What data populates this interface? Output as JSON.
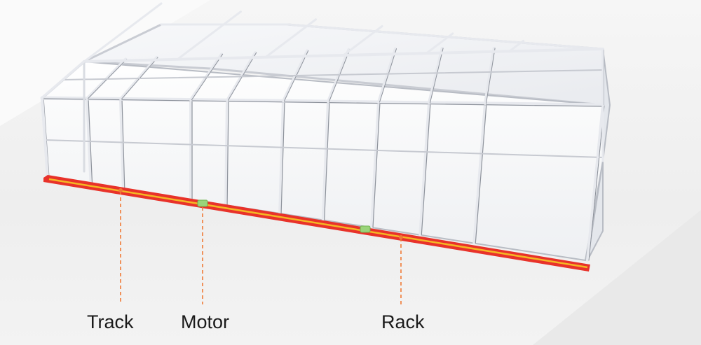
{
  "labels": {
    "track": "Track",
    "motor": "Motor",
    "rack": "Rack"
  },
  "colors": {
    "track_red": "#e8322a",
    "track_yellow": "#f4b824",
    "leader_orange": "#f07a36",
    "motor_green": "#9ad47a",
    "frame_light": "#e7e9ee",
    "frame_dark": "#8e939c",
    "glass": "#ffffff"
  },
  "icons": {
    "track": "track-marker",
    "motor": "motor-block-icon",
    "rack": "rack-marker"
  }
}
